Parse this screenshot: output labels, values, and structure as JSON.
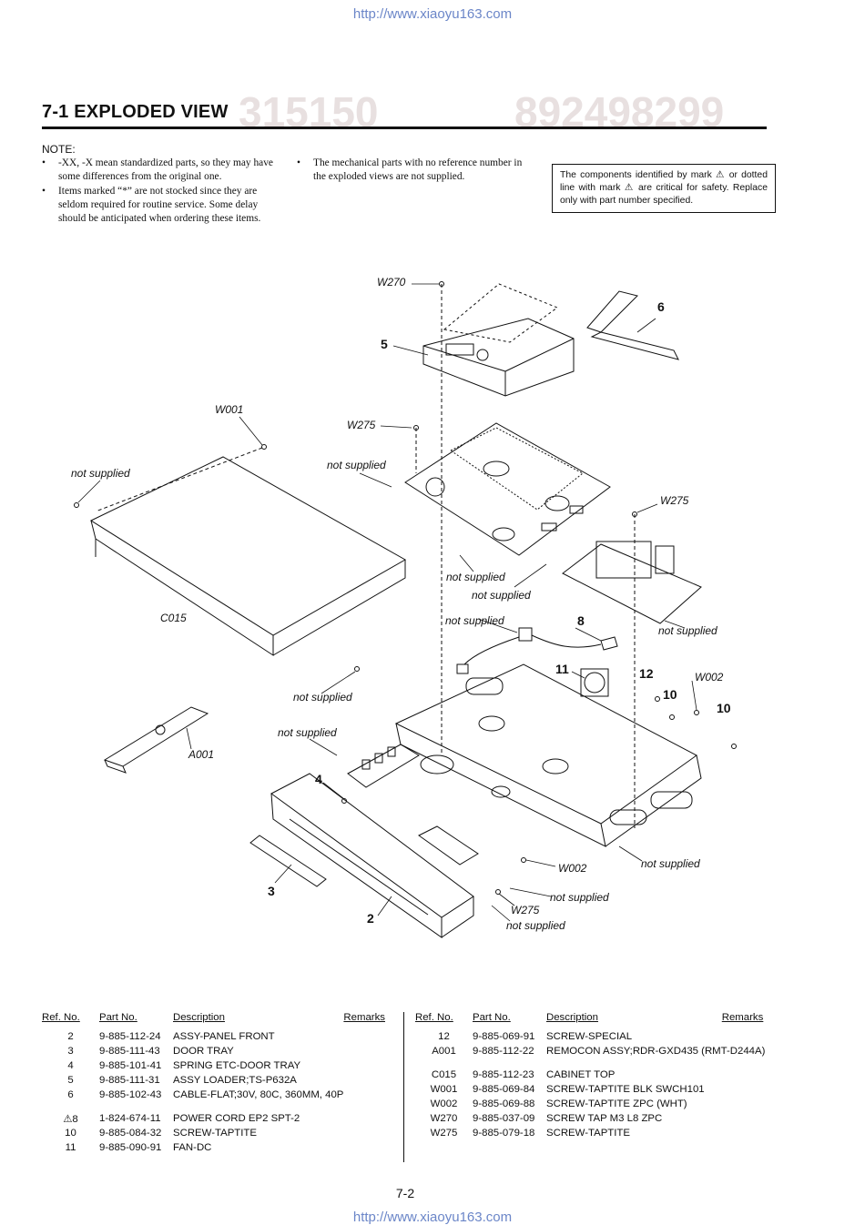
{
  "header": {
    "url": "http://www.xiaoyu163.com"
  },
  "footer": {
    "url": "http://www.xiaoyu163.com",
    "page_number": "7-2"
  },
  "title": "7-1  EXPLODED VIEW",
  "note": {
    "heading": "NOTE:",
    "left_items": [
      "-XX, -X mean standardized parts, so they may have some differences from the original one.",
      "Items marked “*” are not stocked since they are seldom required for routine service. Some delay should be anticipated when ordering these items."
    ],
    "right_items": [
      "The mechanical parts with no reference number in the exploded views are not supplied."
    ],
    "caution": "The components identified by mark ⚠ or dotted line with mark ⚠ are critical for safety. Replace only with part number specified."
  },
  "watermarks": {
    "big_left": "315150",
    "big_right": "892498299"
  },
  "diagram": {
    "labels": {
      "w270": "W270",
      "w275_top": "W275",
      "w275_right": "W275",
      "w275_bottom": "W275",
      "w001": "W001",
      "w002_right": "W002",
      "w002_bottom": "W002",
      "c015": "C015",
      "a001": "A001",
      "ns1": "not supplied",
      "ns2": "not supplied",
      "ns3": "not supplied",
      "ns4": "not supplied",
      "ns5": "not supplied",
      "ns6": "not supplied",
      "ns7": "not supplied",
      "ns8": "not supplied",
      "ns9": "not supplied",
      "ns10": "not supplied",
      "ns11": "not supplied"
    },
    "numbers": {
      "n2": "2",
      "n3": "3",
      "n4": "4",
      "n5": "5",
      "n6": "6",
      "n8": "8",
      "n10a": "10",
      "n10b": "10",
      "n11": "11",
      "n12": "12"
    }
  },
  "parts_table": {
    "headers": {
      "ref": "Ref. No.",
      "part": "Part No.",
      "desc": "Description",
      "remarks": "Remarks"
    },
    "left_rows": [
      {
        "ref": "2",
        "part": "9-885-112-24",
        "desc": "ASSY-PANEL FRONT"
      },
      {
        "ref": "3",
        "part": "9-885-111-43",
        "desc": "DOOR TRAY"
      },
      {
        "ref": "4",
        "part": "9-885-101-41",
        "desc": "SPRING ETC-DOOR TRAY"
      },
      {
        "ref": "5",
        "part": "9-885-111-31",
        "desc": "ASSY LOADER;TS-P632A"
      },
      {
        "ref": "6",
        "part": "9-885-102-43",
        "desc": "CABLE-FLAT;30V, 80C, 360MM, 40P"
      },
      {
        "ref": "⚠8",
        "part": "1-824-674-11",
        "desc": "POWER CORD EP2 SPT-2"
      },
      {
        "ref": "10",
        "part": "9-885-084-32",
        "desc": "SCREW-TAPTITE"
      },
      {
        "ref": "11",
        "part": "9-885-090-91",
        "desc": "FAN-DC"
      }
    ],
    "right_rows": [
      {
        "ref": "12",
        "part": "9-885-069-91",
        "desc": "SCREW-SPECIAL"
      },
      {
        "ref": "A001",
        "part": "9-885-112-22",
        "desc": "REMOCON ASSY;RDR-GXD435 (RMT-D244A)"
      },
      {
        "ref": "C015",
        "part": "9-885-112-23",
        "desc": "CABINET TOP"
      },
      {
        "ref": "W001",
        "part": "9-885-069-84",
        "desc": "SCREW-TAPTITE BLK SWCH101"
      },
      {
        "ref": "W002",
        "part": "9-885-069-88",
        "desc": "SCREW-TAPTITE ZPC (WHT)"
      },
      {
        "ref": "W270",
        "part": "9-885-037-09",
        "desc": "SCREW TAP M3 L8 ZPC"
      },
      {
        "ref": "W275",
        "part": "9-885-079-18",
        "desc": "SCREW-TAPTITE"
      }
    ]
  }
}
